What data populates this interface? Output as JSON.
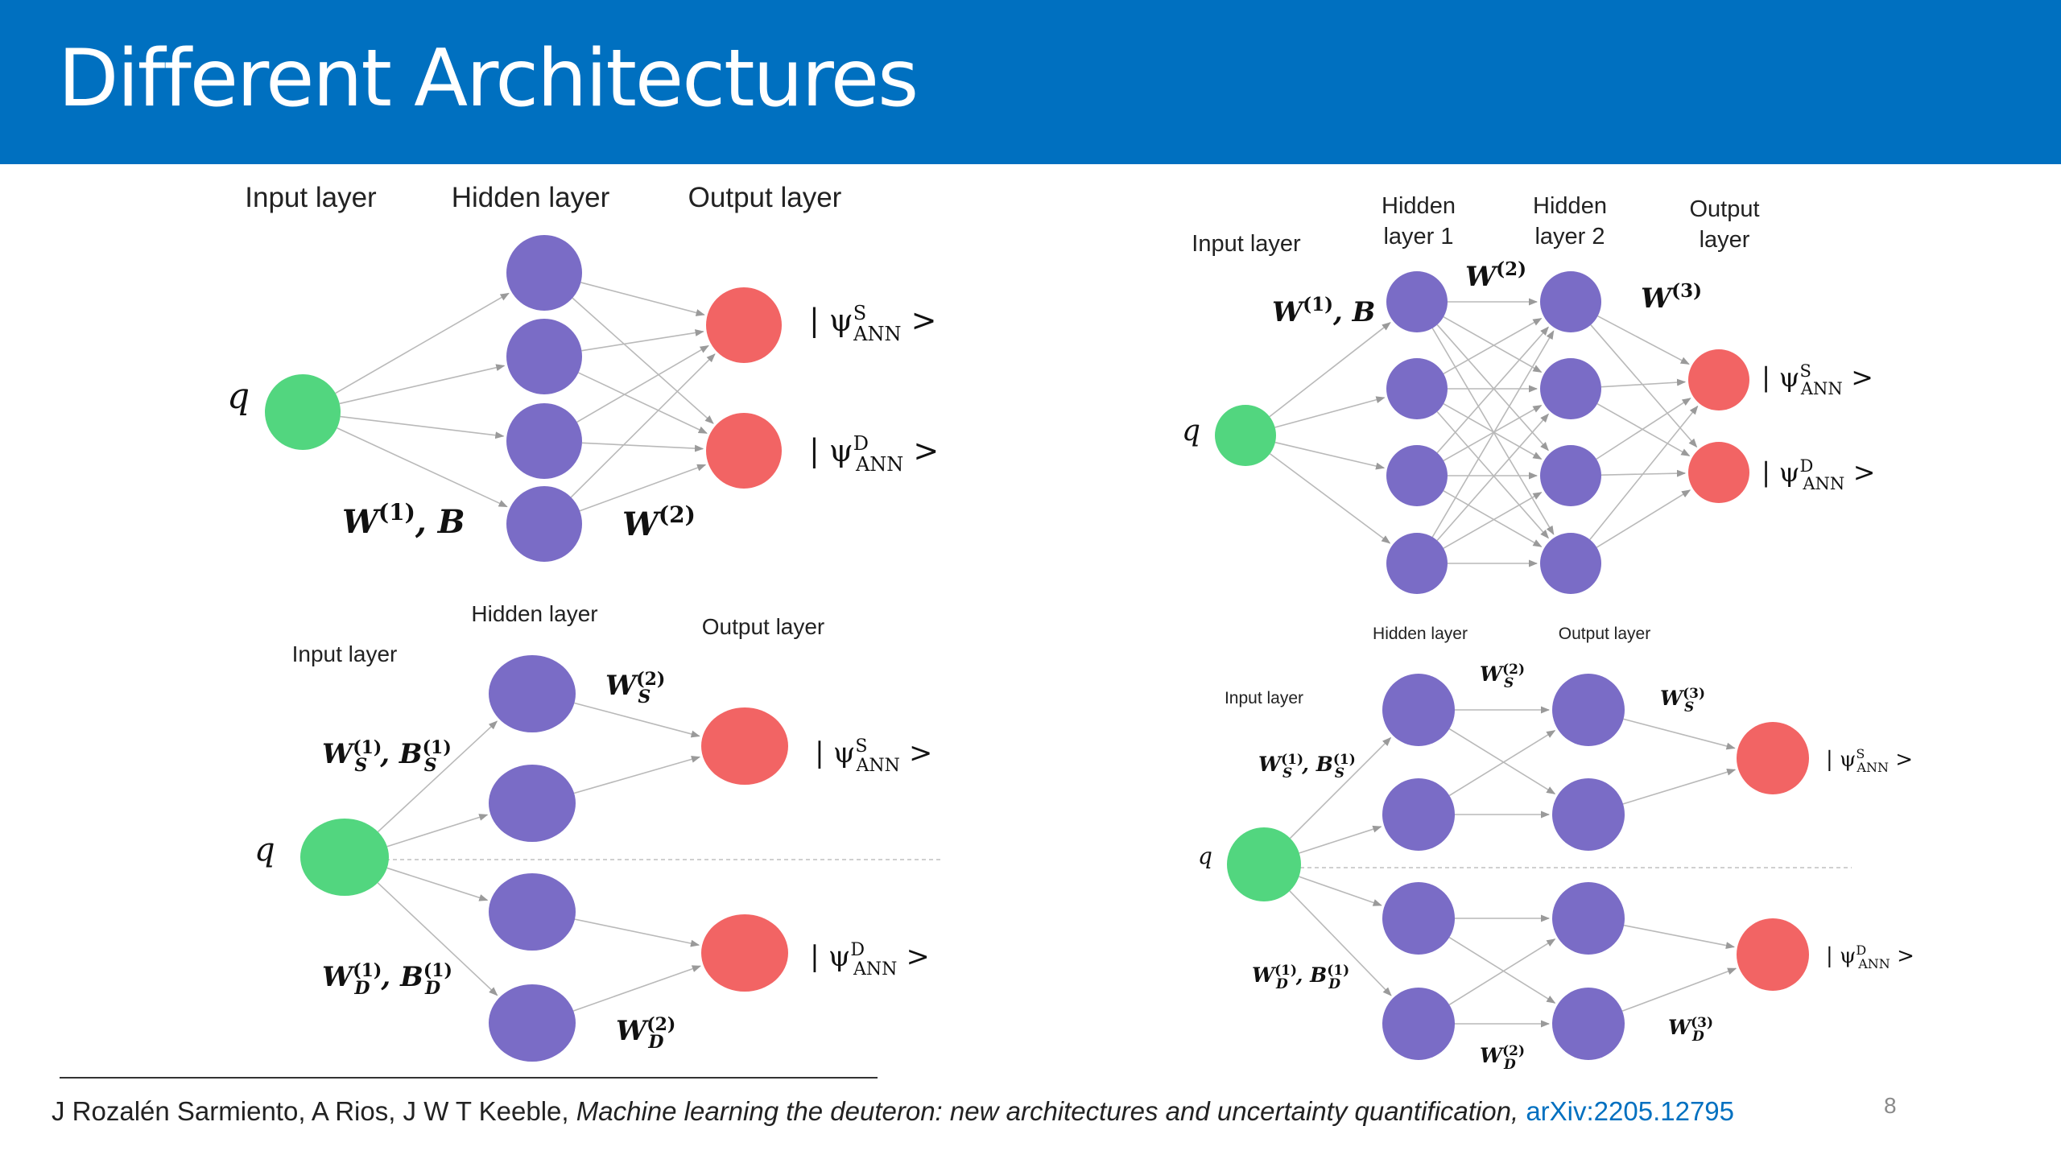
{
  "slide": {
    "title": "Different Architectures",
    "page_number": "8"
  },
  "colors": {
    "title_bar": "#0070c0",
    "input_node": "#52d67f",
    "hidden_node": "#7a6cc6",
    "output_node": "#f26464",
    "edge": "#b9b9b9",
    "link": "#0070c0"
  },
  "diagram_a": {
    "input_label": "Input layer",
    "hidden_label": "Hidden layer",
    "output_label": "Output layer",
    "input_symbol": "q",
    "w1_label": "W(1), B",
    "w2_label": "W(2)",
    "out_s": "| ψSANN >",
    "out_d": "| ψDANN >"
  },
  "diagram_b": {
    "input_label": "Input layer",
    "hidden1_label_l1": "Hidden",
    "hidden1_label_l2": "layer 1",
    "hidden2_label_l1": "Hidden",
    "hidden2_label_l2": "layer 2",
    "output_label_l1": "Output",
    "output_label_l2": "layer",
    "input_symbol": "q",
    "w1_label": "W(1), B",
    "w2_label": "W(2)",
    "w3_label": "W(3)",
    "out_s": "| ψSANN >",
    "out_d": "| ψDANN >"
  },
  "diagram_c": {
    "input_label": "Input layer",
    "hidden_label": "Hidden layer",
    "output_label": "Output layer",
    "input_symbol": "q",
    "ws1_label": "WS(1), BS(1)",
    "wd1_label": "WD(1), BD(1)",
    "ws2_label": "WS(2)",
    "wd2_label": "WD(2)",
    "out_s": "| ψSANN >",
    "out_d": "| ψDANN >"
  },
  "diagram_d": {
    "input_label": "Input layer",
    "hidden_label": "Hidden layer",
    "output_label": "Output layer",
    "input_symbol": "q",
    "ws1_label": "WS(1), BS(1)",
    "wd1_label": "WD(1), BD(1)",
    "ws2_label": "WS(2)",
    "wd2_label": "WD(2)",
    "ws3_label": "WS(3)",
    "wd3_label": "WD(3)",
    "out_s": "| ψSANN >",
    "out_d": "| ψDANN >"
  },
  "citation": {
    "authors": "J Rozalén Sarmiento, A Rios, J W T Keeble, ",
    "paper_title": "Machine learning the deuteron: new architectures and uncertainty quantification,",
    "link_text": "arXiv:2205.12795"
  }
}
